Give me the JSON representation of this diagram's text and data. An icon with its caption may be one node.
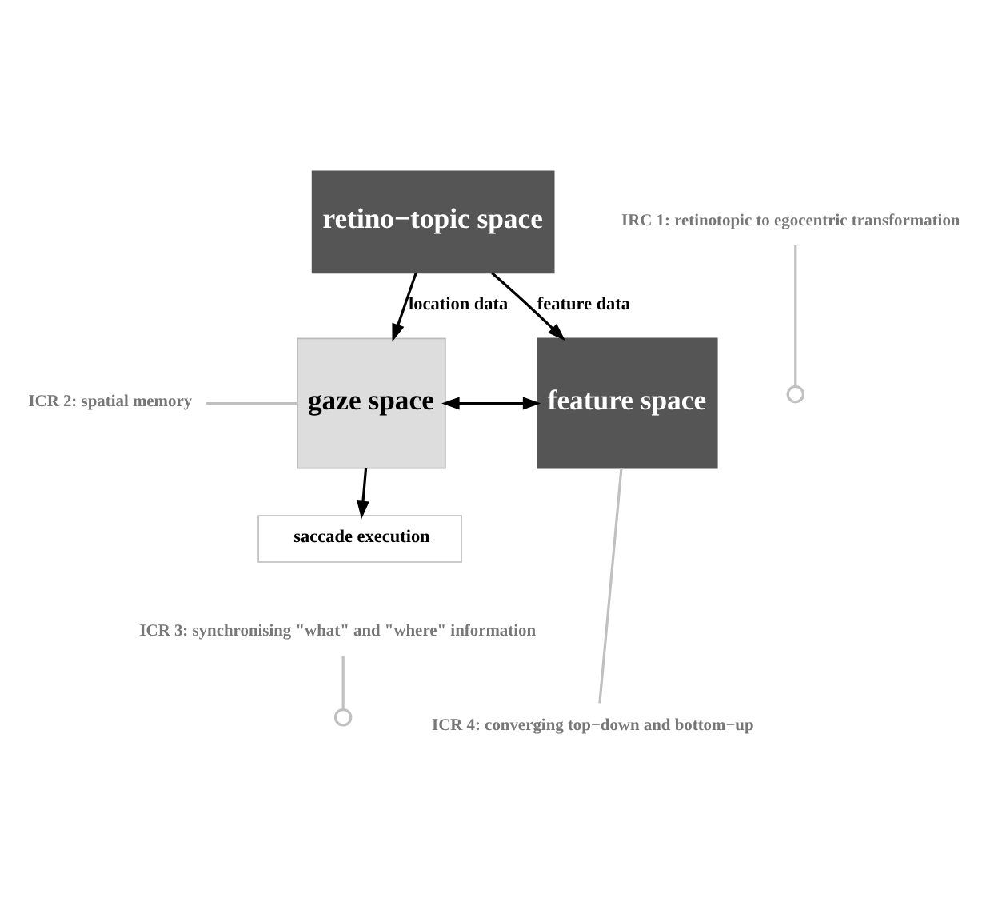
{
  "diagram": {
    "nodes": [
      {
        "text": [
          "retino−topic space"
        ]
      },
      {
        "text": [
          "gaze space"
        ]
      },
      {
        "text": [
          "feature space"
        ]
      },
      {
        "text": [
          "saccade execution"
        ]
      },
      {
        "text": [
          "IRC 1: retinotopic to egocentric transformation"
        ]
      },
      {
        "text": [
          "ICR 2: spatial memory"
        ]
      },
      {
        "text": [
          "ICR 3: synchronising \"what\" and \"where\" information"
        ]
      },
      {
        "text": [
          "ICR 4: converging top−down and bottom−up"
        ]
      }
    ],
    "edges": [
      {
        "from": 0,
        "to": 1,
        "arrow": "to",
        "label": "location data"
      },
      {
        "from": 0,
        "to": 2,
        "arrow": "to",
        "label": "feature data"
      },
      {
        "from": 1,
        "to": 2,
        "arrow": "both"
      },
      {
        "from": 1,
        "to": 3,
        "arrow": "to"
      },
      {
        "from": 4,
        "to": null,
        "arrow": "other",
        "color": "#c0c0c0"
      },
      {
        "from": 5,
        "to": 1,
        "arrow": "none",
        "color": "#c0c0c0"
      },
      {
        "from": 6,
        "to": null,
        "arrow": "other",
        "color": "#c0c0c0"
      },
      {
        "from": 7,
        "to": 2,
        "arrow": "none",
        "color": "#c0c0c0"
      }
    ]
  }
}
